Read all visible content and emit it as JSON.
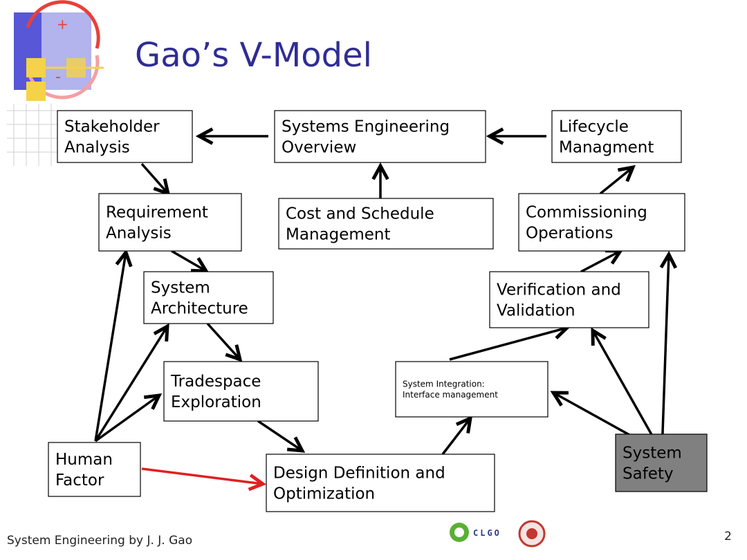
{
  "slide": {
    "title": "Gao’s V-Model",
    "footer": "System Engineering by J. J. Gao",
    "page_number": "2",
    "logo_text": "CLGO"
  },
  "diagram": {
    "nodes": [
      {
        "id": "stakeholder",
        "lines": [
          "Stakeholder",
          "Analysis"
        ],
        "fill": "#ffffff"
      },
      {
        "id": "seoverview",
        "lines": [
          "Systems Engineering",
          "Overview"
        ],
        "fill": "#ffffff"
      },
      {
        "id": "lifecycle",
        "lines": [
          "Lifecycle",
          "Managment"
        ],
        "fill": "#ffffff"
      },
      {
        "id": "requirement",
        "lines": [
          "Requirement",
          "Analysis"
        ],
        "fill": "#ffffff"
      },
      {
        "id": "cost",
        "lines": [
          "Cost and Schedule",
          "Management"
        ],
        "fill": "#ffffff"
      },
      {
        "id": "commissioning",
        "lines": [
          "Commissioning",
          "Operations"
        ],
        "fill": "#ffffff"
      },
      {
        "id": "sysarch",
        "lines": [
          "System",
          "Architecture"
        ],
        "fill": "#ffffff"
      },
      {
        "id": "vv",
        "lines": [
          "Verification and",
          "Validation"
        ],
        "fill": "#ffffff"
      },
      {
        "id": "tradespace",
        "lines": [
          "Tradespace",
          "Exploration"
        ],
        "fill": "#ffffff"
      },
      {
        "id": "integration",
        "lines": [
          "System Integration:",
          "Interface management"
        ],
        "fill": "#ffffff"
      },
      {
        "id": "human",
        "lines": [
          "Human",
          "Factor"
        ],
        "fill": "#ffffff"
      },
      {
        "id": "design",
        "lines": [
          "Design Definition and",
          "Optimization"
        ],
        "fill": "#ffffff"
      },
      {
        "id": "safety",
        "lines": [
          "System",
          "Safety"
        ],
        "fill": "#808080"
      }
    ],
    "edges": [
      {
        "from": "seoverview",
        "to": "stakeholder",
        "color": "#000000"
      },
      {
        "from": "lifecycle",
        "to": "seoverview",
        "color": "#000000"
      },
      {
        "from": "cost",
        "to": "seoverview",
        "color": "#000000"
      },
      {
        "from": "stakeholder",
        "to": "requirement",
        "color": "#000000"
      },
      {
        "from": "requirement",
        "to": "sysarch",
        "color": "#000000"
      },
      {
        "from": "sysarch",
        "to": "tradespace",
        "color": "#000000"
      },
      {
        "from": "tradespace",
        "to": "design",
        "color": "#000000"
      },
      {
        "from": "design",
        "to": "integration",
        "color": "#000000"
      },
      {
        "from": "integration",
        "to": "vv",
        "color": "#000000"
      },
      {
        "from": "vv",
        "to": "commissioning",
        "color": "#000000"
      },
      {
        "from": "commissioning",
        "to": "lifecycle",
        "color": "#000000"
      },
      {
        "from": "human",
        "to": "requirement",
        "color": "#000000"
      },
      {
        "from": "human",
        "to": "sysarch",
        "color": "#000000"
      },
      {
        "from": "human",
        "to": "tradespace",
        "color": "#000000"
      },
      {
        "from": "human",
        "to": "design",
        "color": "#e02020"
      },
      {
        "from": "safety",
        "to": "integration",
        "color": "#000000"
      },
      {
        "from": "safety",
        "to": "vv",
        "color": "#000000"
      },
      {
        "from": "safety",
        "to": "commissioning",
        "color": "#000000"
      }
    ]
  }
}
